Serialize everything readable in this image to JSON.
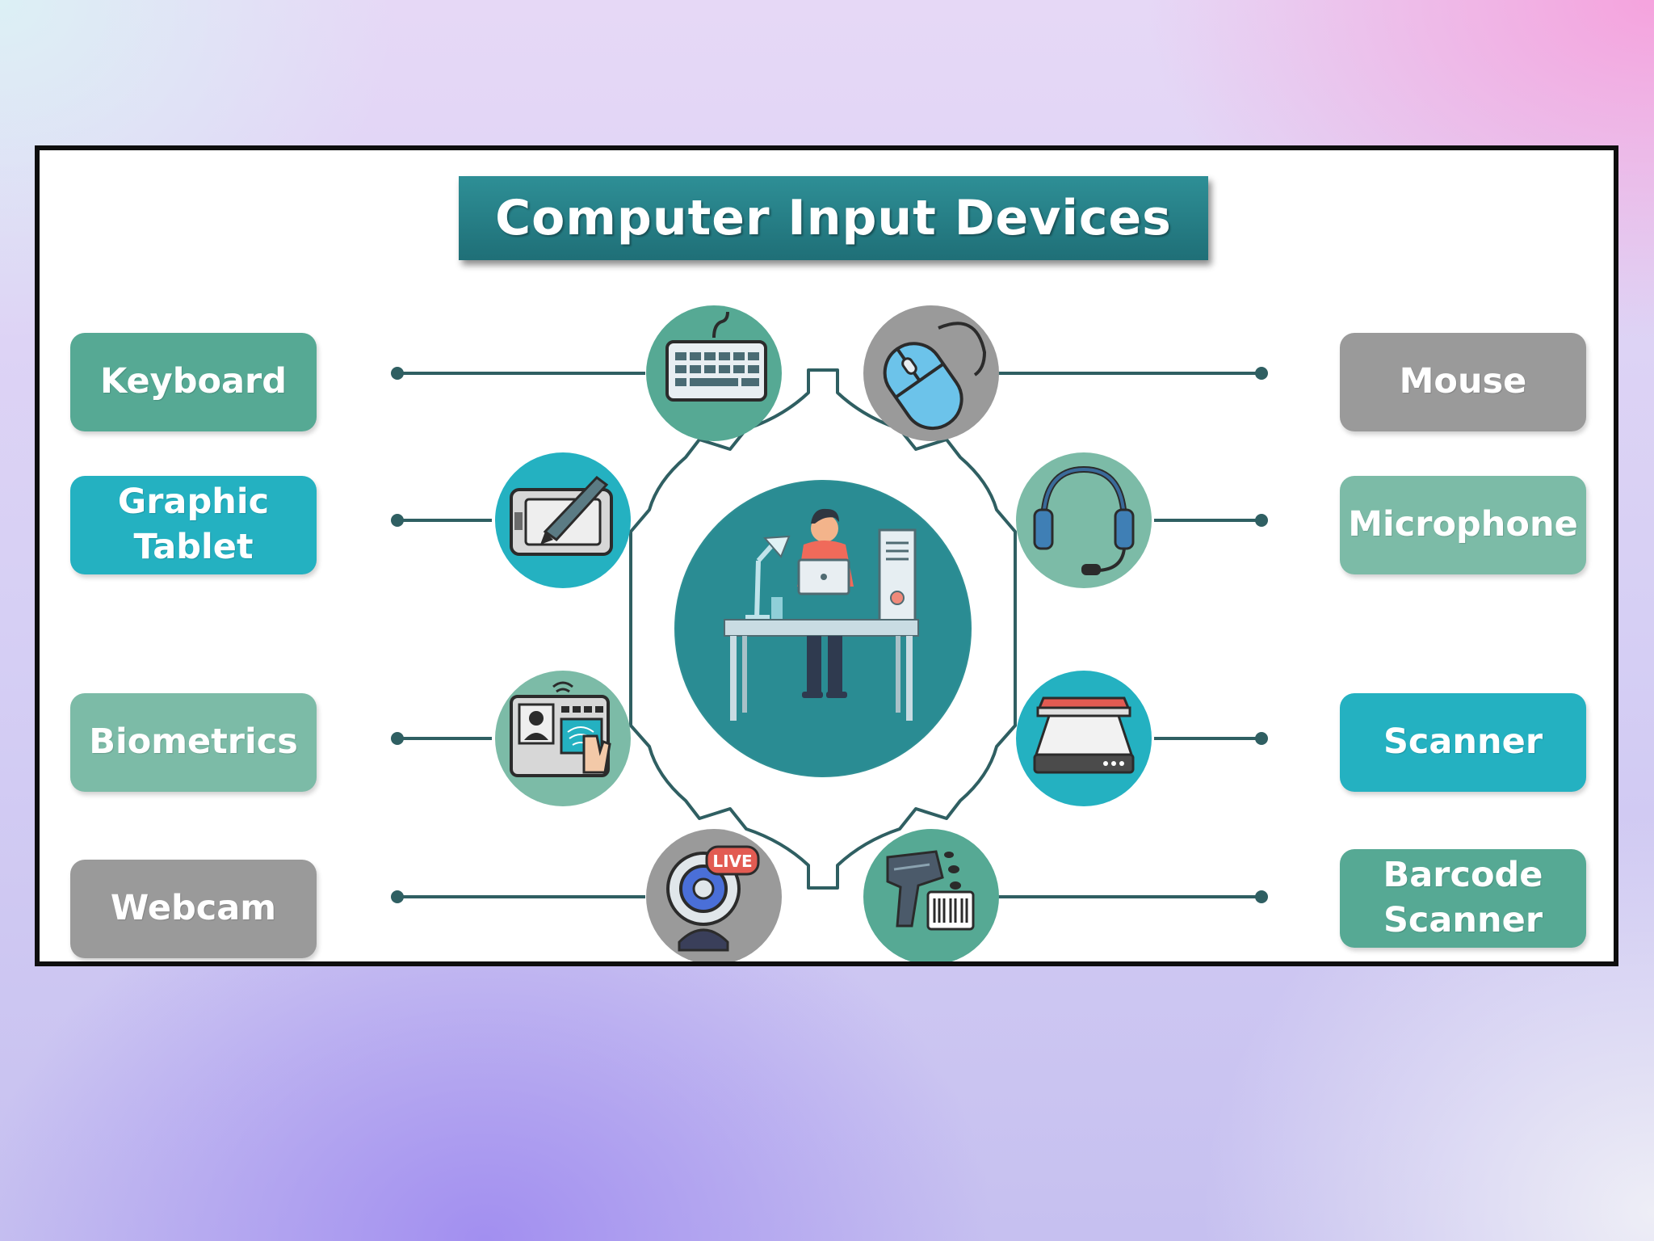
{
  "title": "Computer Input Devices",
  "colors": {
    "teal_dark": "#56a994",
    "teal_light": "#7cbba7",
    "cyan": "#24b1c1",
    "gray": "#9a9a9a",
    "banner": "#1f6f77",
    "line": "#2f5f62"
  },
  "left_labels": [
    {
      "text": "Keyboard",
      "color": "teal-dark",
      "icon": "keyboard-icon"
    },
    {
      "text": "Graphic\nTablet",
      "color": "cyan",
      "icon": "graphic-tablet-icon"
    },
    {
      "text": "Biometrics",
      "color": "teal-light",
      "icon": "biometrics-icon"
    },
    {
      "text": "Webcam",
      "color": "gray",
      "icon": "webcam-icon"
    }
  ],
  "right_labels": [
    {
      "text": "Mouse",
      "color": "gray",
      "icon": "mouse-icon"
    },
    {
      "text": "Microphone",
      "color": "teal-light",
      "icon": "headset-microphone-icon"
    },
    {
      "text": "Scanner",
      "color": "cyan",
      "icon": "scanner-icon"
    },
    {
      "text": "Barcode\nScanner",
      "color": "teal-dark",
      "icon": "barcode-scanner-icon"
    }
  ],
  "webcam_badge": "LIVE",
  "center_icon": "person-at-desk-icon"
}
